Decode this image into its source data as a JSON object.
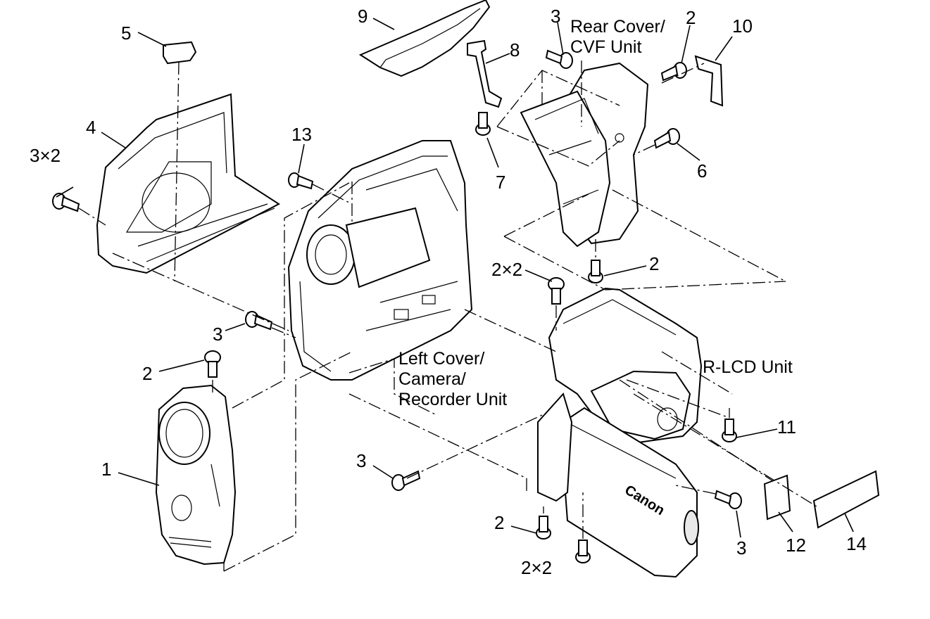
{
  "diagram": {
    "part_labels": [
      {
        "id": "lbl-1",
        "text": "1"
      },
      {
        "id": "lbl-2a",
        "text": "2"
      },
      {
        "id": "lbl-2b",
        "text": "2"
      },
      {
        "id": "lbl-2c",
        "text": "2"
      },
      {
        "id": "lbl-2d",
        "text": "2"
      },
      {
        "id": "lbl-2x2a",
        "text": "2×2"
      },
      {
        "id": "lbl-2x2b",
        "text": "2×2"
      },
      {
        "id": "lbl-3a",
        "text": "3"
      },
      {
        "id": "lbl-3b",
        "text": "3"
      },
      {
        "id": "lbl-3c",
        "text": "3"
      },
      {
        "id": "lbl-3d",
        "text": "3"
      },
      {
        "id": "lbl-3x2",
        "text": "3×2"
      },
      {
        "id": "lbl-4",
        "text": "4"
      },
      {
        "id": "lbl-5",
        "text": "5"
      },
      {
        "id": "lbl-6",
        "text": "6"
      },
      {
        "id": "lbl-7",
        "text": "7"
      },
      {
        "id": "lbl-8",
        "text": "8"
      },
      {
        "id": "lbl-9",
        "text": "9"
      },
      {
        "id": "lbl-10",
        "text": "10"
      },
      {
        "id": "lbl-11",
        "text": "11"
      },
      {
        "id": "lbl-12",
        "text": "12"
      },
      {
        "id": "lbl-13",
        "text": "13"
      },
      {
        "id": "lbl-14",
        "text": "14"
      }
    ],
    "units": {
      "rear_cover": "Rear Cover/\nCVF Unit",
      "left_cover": "Left Cover/\nCamera/\nRecorder Unit",
      "rlcd": "R-LCD Unit"
    },
    "brand_text": "Canon"
  }
}
